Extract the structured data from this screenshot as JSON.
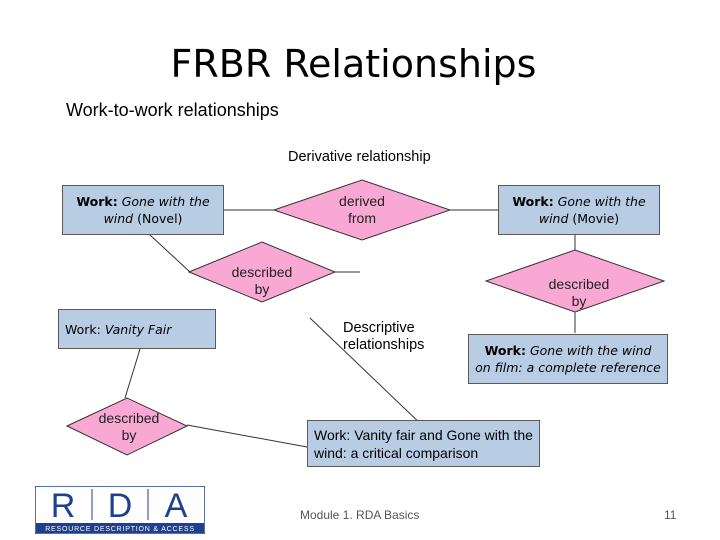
{
  "title": "FRBR Relationships",
  "subtitle": "Work-to-work relationships",
  "derivative_label": "Derivative relationship",
  "descriptive_label": [
    "Descriptive",
    "relationships"
  ],
  "boxes": {
    "novel": {
      "prefix": "Work:",
      "italic": "Gone with the wind",
      "suffix": "(Novel)"
    },
    "movie": {
      "prefix": "Work:",
      "italic": "Gone with the wind",
      "suffix": "(Movie)"
    },
    "vanity": {
      "prefix": "Work:",
      "italic": "Vanity Fair"
    },
    "on_film": {
      "prefix": "Work:",
      "italic": "Gone with the wind on film: a complete reference"
    },
    "critical": "Work: Vanity fair and Gone with the wind: a critical comparison"
  },
  "diamonds": {
    "derived": [
      "derived",
      "from"
    ],
    "described1": [
      "described",
      "by"
    ],
    "described2": [
      "described",
      "by"
    ],
    "described3": [
      "described",
      "by"
    ]
  },
  "footer": {
    "module": "Module 1. RDA Basics",
    "page": "11"
  },
  "logo": {
    "letters": [
      "R",
      "D",
      "A"
    ],
    "tagline": "RESOURCE DESCRIPTION & ACCESS"
  },
  "colors": {
    "box_fill": "#b8cce4",
    "diamond_fill": "#f9a8d4",
    "logo_blue": "#1f3f8f"
  }
}
